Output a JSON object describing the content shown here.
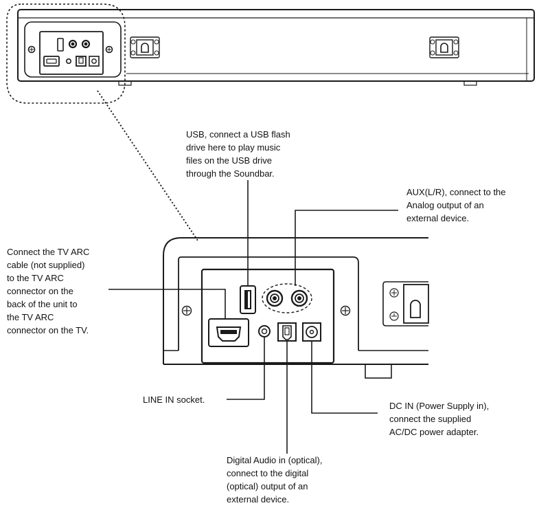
{
  "labels": {
    "usb": "USB, connect a USB flash\ndrive here to play music\nfiles on the USB drive\nthrough the Soundbar.",
    "aux": "AUX(L/R), connect to the\nAnalog output of an\nexternal device.",
    "tv_arc": "Connect the TV ARC\ncable (not supplied)\nto the TV ARC\nconnector on the\nback of the unit to\nthe TV ARC\nconnector on the TV.",
    "line_in": "LINE IN socket.",
    "dc_in": "DC IN (Power Supply in),\nconnect the supplied\nAC/DC power adapter.",
    "optical": "Digital Audio in (optical),\nconnect to the digital\n(optical) output of an\nexternal device."
  }
}
